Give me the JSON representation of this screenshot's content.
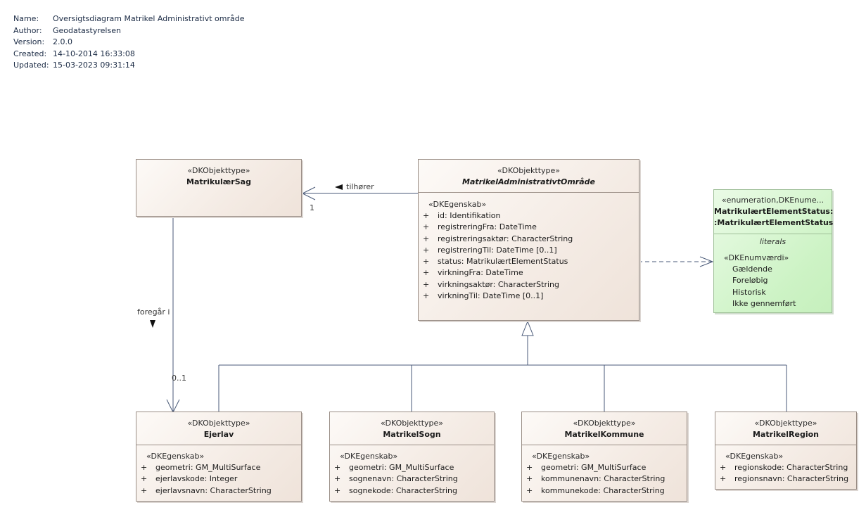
{
  "meta": [
    {
      "key": "Name:",
      "value": "Oversigtsdiagram Matrikel Administrativt område"
    },
    {
      "key": "Author:",
      "value": "Geodatastyrelsen"
    },
    {
      "key": "Version:",
      "value": "2.0.0"
    },
    {
      "key": "Created:",
      "value": "14-10-2014 16:33:08"
    },
    {
      "key": "Updated:",
      "value": "15-03-2023 09:31:14"
    }
  ],
  "classes": {
    "matrikulaersag": {
      "stereotype": "«DKObjekttype»",
      "name": "MatrikulærSag"
    },
    "mao": {
      "stereotype": "«DKObjekttype»",
      "name": "MatrikelAdministrativtOmråde",
      "section": "«DKEgenskab»",
      "attrs": [
        {
          "vis": "+",
          "text": "id: Identifikation"
        },
        {
          "vis": "+",
          "text": "registreringFra: DateTime"
        },
        {
          "vis": "+",
          "text": "registreringsaktør: CharacterString"
        },
        {
          "vis": "+",
          "text": "registreringTil: DateTime [0..1]"
        },
        {
          "vis": "+",
          "text": "status: MatrikulærtElementStatus"
        },
        {
          "vis": "+",
          "text": "virkningFra: DateTime"
        },
        {
          "vis": "+",
          "text": "virkningsaktør: CharacterString"
        },
        {
          "vis": "+",
          "text": "virkningTil: DateTime [0..1]"
        }
      ]
    },
    "enum": {
      "stereotype": "«enumeration,DKEnume...",
      "name1": "MatrikulærtElementStatus:",
      "name2": ":MatrikulærtElementStatus",
      "literals_label": "literals",
      "section": "«DKEnumværdi»",
      "values": [
        "Gældende",
        "Foreløbig",
        "Historisk",
        "Ikke gennemført"
      ]
    },
    "ejerlav": {
      "stereotype": "«DKObjekttype»",
      "name": "Ejerlav",
      "section": "«DKEgenskab»",
      "attrs": [
        {
          "vis": "+",
          "text": "geometri: GM_MultiSurface"
        },
        {
          "vis": "+",
          "text": "ejerlavskode: Integer"
        },
        {
          "vis": "+",
          "text": "ejerlavsnavn: CharacterString"
        }
      ]
    },
    "sogn": {
      "stereotype": "«DKObjekttype»",
      "name": "MatrikelSogn",
      "section": "«DKEgenskab»",
      "attrs": [
        {
          "vis": "+",
          "text": "geometri: GM_MultiSurface"
        },
        {
          "vis": "+",
          "text": "sognenavn: CharacterString"
        },
        {
          "vis": "+",
          "text": "sognekode: CharacterString"
        }
      ]
    },
    "kommune": {
      "stereotype": "«DKObjekttype»",
      "name": "MatrikelKommune",
      "section": "«DKEgenskab»",
      "attrs": [
        {
          "vis": "+",
          "text": "geometri: GM_MultiSurface"
        },
        {
          "vis": "+",
          "text": "kommunenavn: CharacterString"
        },
        {
          "vis": "+",
          "text": "kommunekode: CharacterString"
        }
      ]
    },
    "region": {
      "stereotype": "«DKObjekttype»",
      "name": "MatrikelRegion",
      "section": "«DKEgenskab»",
      "attrs": [
        {
          "vis": "+",
          "text": "regionskode: CharacterString"
        },
        {
          "vis": "+",
          "text": "regionsnavn: CharacterString"
        }
      ]
    }
  },
  "labels": {
    "tilhoerer": "tilhører",
    "tilhoerer_mult": "1",
    "foregaar": "foregår i",
    "foregaar_mult": "0..1"
  },
  "colors": {
    "line": "#4a5a78",
    "box_border": "#9a8e86",
    "enum_fill": "#cdf3c5"
  }
}
